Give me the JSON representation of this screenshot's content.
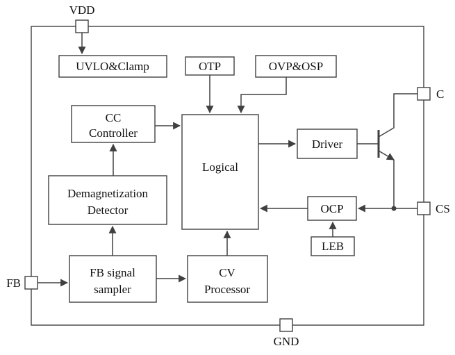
{
  "pins": {
    "vdd": {
      "label": "VDD"
    },
    "c": {
      "label": "C"
    },
    "cs": {
      "label": "CS"
    },
    "fb": {
      "label": "FB"
    },
    "gnd": {
      "label": "GND"
    }
  },
  "blocks": {
    "uvlo_clamp": {
      "label": "UVLO&Clamp"
    },
    "otp": {
      "label": "OTP"
    },
    "ovp_osp": {
      "label": "OVP&OSP"
    },
    "cc_controller": {
      "line1": "CC",
      "line2": "Controller"
    },
    "logical": {
      "label": "Logical"
    },
    "driver": {
      "label": "Driver"
    },
    "demagnetization_detector": {
      "line1": "Demagnetization",
      "line2": "Detector"
    },
    "ocp": {
      "label": "OCP"
    },
    "leb": {
      "label": "LEB"
    },
    "fb_signal_sampler": {
      "line1": "FB signal",
      "line2": "sampler"
    },
    "cv_processor": {
      "line1": "CV",
      "line2": "Processor"
    }
  },
  "colors": {
    "stroke": "#404040",
    "text": "#111111",
    "background": "#ffffff"
  }
}
